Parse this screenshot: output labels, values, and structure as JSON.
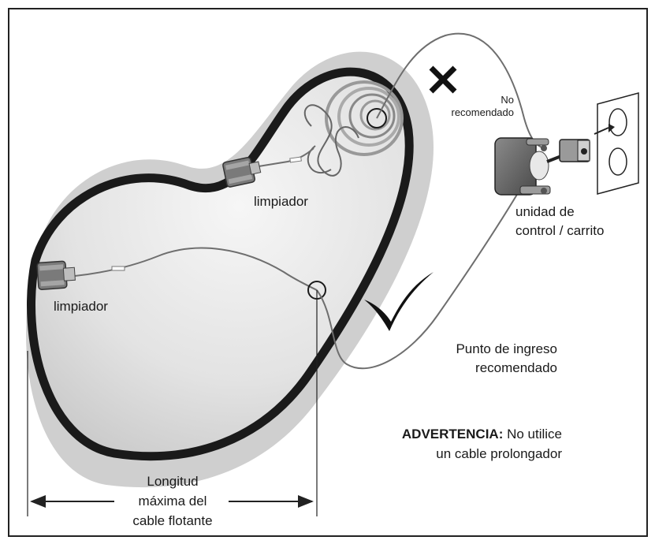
{
  "labels": {
    "cleaner_top": "limpiador",
    "cleaner_left": "limpiador",
    "not_recommended": [
      "No",
      "recomendado"
    ],
    "control_unit": [
      "unidad de",
      "control / carrito"
    ],
    "entry_point": [
      "Punto de ingreso",
      "recomendado"
    ],
    "warning_title": "ADVERTENCIA:",
    "warning_text_1": " No utilice",
    "warning_text_2": "un cable prolongador",
    "max_length": [
      "Longitud",
      "máxima del",
      "cable flotante"
    ]
  },
  "icons": {
    "not_recommended_mark": "x-mark-icon",
    "recommended_mark": "checkmark-icon"
  },
  "colors": {
    "border": "#222222",
    "pool_wall": "#1a1a1a",
    "pool_halo": "#c8c8c8",
    "pool_water": "#e6e6e6",
    "cable": "#6e6e6e"
  }
}
